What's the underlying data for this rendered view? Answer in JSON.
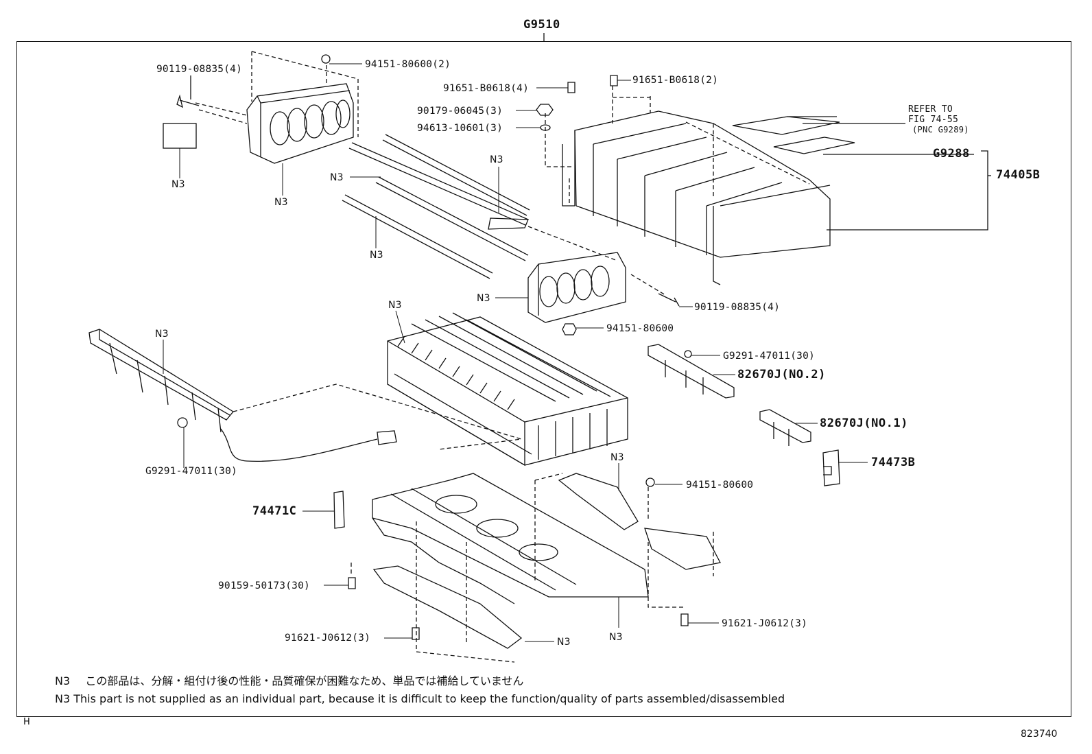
{
  "diagram": {
    "assembly_code": "G9510",
    "figure_number": "823740",
    "corner_mark": "H",
    "refer": {
      "line1": "REFER TO",
      "line2": "FIG 74-55",
      "line3": "(PNC G9289)"
    },
    "labels": {
      "bolt_top_left": "90119-08835(4)",
      "nut_top": "94151-80600(2)",
      "screw_left": "91651-B0618(4)",
      "screw_right": "91651-B0618(2)",
      "nut_small": "90179-06045(3)",
      "washer": "94613-10601(3)",
      "cover_sheet": "G9288",
      "upper_case": "74405B",
      "bolt_mid_right": "90119-08835(4)",
      "nut_mid": "94151-80600",
      "nut_bus_right": "G9291-47011(30)",
      "busbar_no2": "82670J(NO.2)",
      "busbar_no1": "82670J(NO.1)",
      "cover_right": "74473B",
      "nut_bus_left": "G9291-47011(30)",
      "cover_left": "74471C",
      "nut_lower": "94151-80600",
      "bolt_lower_left": "90159-50173(30)",
      "bolt_bottom_left": "91621-J0612(3)",
      "bolt_bottom_right": "91621-J0612(3)"
    },
    "n3_marker": "N3",
    "notes": {
      "jp_code": "N3",
      "jp_text": "この部品は、分解・組付け後の性能・品質確保が困難なため、単品では補給していません",
      "en_code": "N3",
      "en_text": "This part is not supplied as an individual part, because it is difficult to keep the function/quality of parts assembled/disassembled"
    }
  }
}
